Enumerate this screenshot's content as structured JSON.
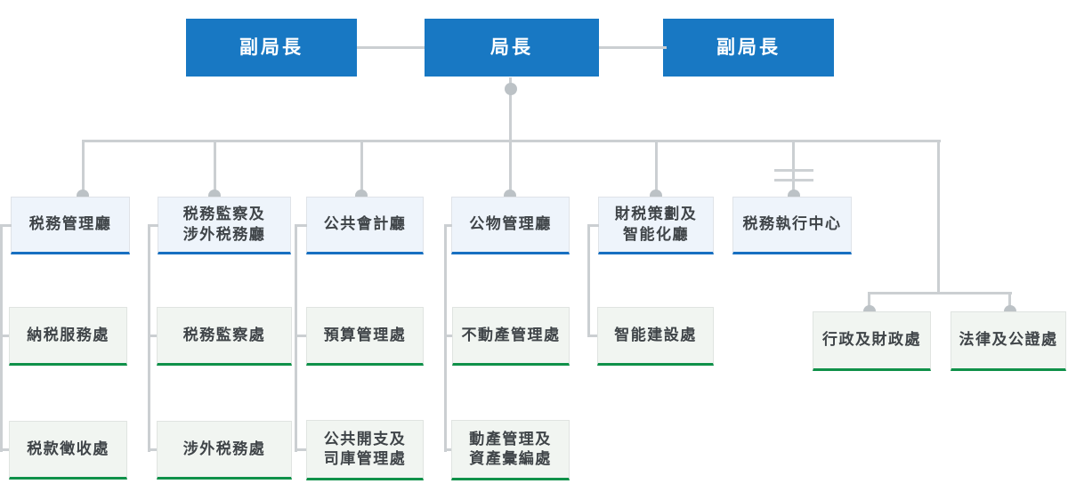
{
  "org_chart": {
    "top": {
      "deputy_left": "副局長",
      "director": "局長",
      "deputy_right": "副局長"
    },
    "columns": [
      {
        "dept": "税務管理廳",
        "children": [
          "納税服務處",
          "税款徵收處"
        ]
      },
      {
        "dept": "税務監察及\n涉外税務廳",
        "children": [
          "税務監察處",
          "涉外税務處"
        ]
      },
      {
        "dept": "公共會計廳",
        "children": [
          "預算管理處",
          "公共開支及\n司庫管理處"
        ]
      },
      {
        "dept": "公物管理廳",
        "children": [
          "不動產管理處",
          "動產管理及\n資產彙編處"
        ]
      },
      {
        "dept": "財税策劃及\n智能化廳",
        "children": [
          "智能建設處"
        ]
      },
      {
        "dept": "税務執行中心",
        "children": []
      }
    ],
    "right_branch": [
      "行政及財政處",
      "法律及公證處"
    ],
    "icons": {
      "connector_dot": "small gray filled circle",
      "parallel_bars": "two short horizontal bars crossing a vertical line (non-direct subordination)"
    },
    "colors": {
      "director_box_blue": "#1878c3",
      "dept_box_bg": "#eef4fb",
      "dept_underline_blue": "#176fc1",
      "division_box_bg": "#f1f5f1",
      "division_underline_green": "#0f9149",
      "connector_gray": "#cbcfd2",
      "text_dark_gray": "#3f4448"
    }
  }
}
